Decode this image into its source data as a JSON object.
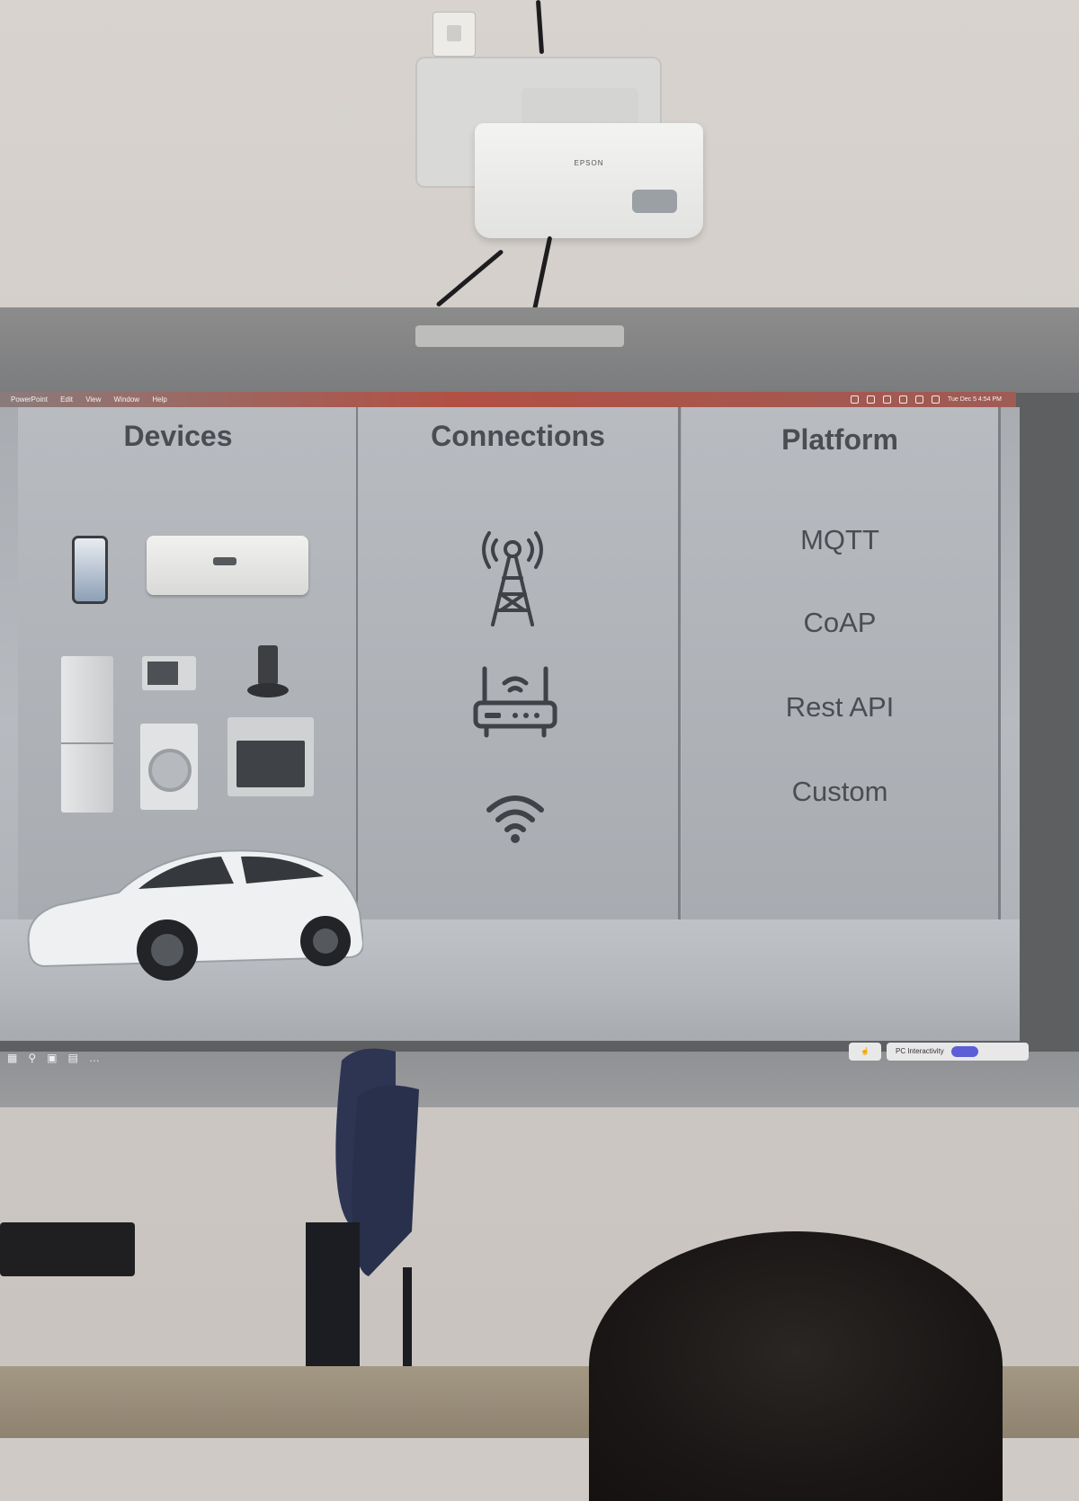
{
  "projector": {
    "brand": "EPSON"
  },
  "menubar": {
    "app": "PowerPoint",
    "items": [
      "Edit",
      "View",
      "Window",
      "Help"
    ],
    "clock": "Tue Dec 5  4:54 PM"
  },
  "slide": {
    "columns": [
      {
        "heading": "Devices"
      },
      {
        "heading": "Connections"
      },
      {
        "heading": "Platform"
      }
    ],
    "platforms": [
      "MQTT",
      "CoAP",
      "Rest API",
      "Custom"
    ],
    "connection_icons": [
      "cell-tower-icon",
      "router-icon",
      "wifi-icon"
    ],
    "device_images": [
      "smartphone",
      "air-conditioner",
      "refrigerator",
      "microwave",
      "robot-vacuum",
      "washing-machine",
      "oven",
      "electric-car"
    ]
  },
  "presenter_bar": {
    "interactivity_label": "PC Interactivity",
    "more": "…"
  }
}
